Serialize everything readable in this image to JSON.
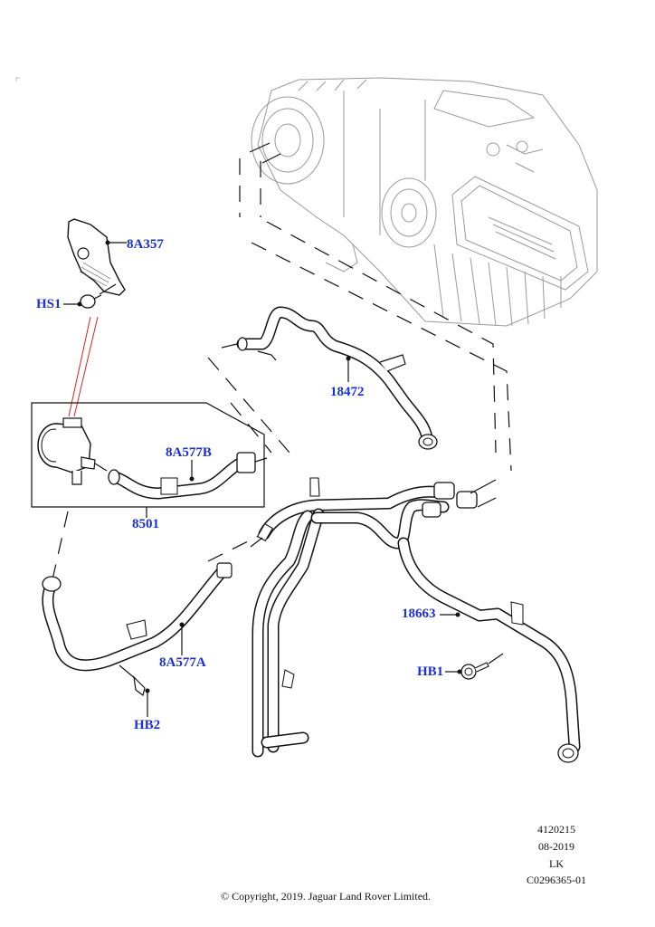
{
  "diagram": {
    "title": "Heater hose and auxiliary coolant pump assembly",
    "callouts": [
      {
        "id": "8A357",
        "label": "8A357",
        "part": "pump-bracket"
      },
      {
        "id": "HS1",
        "label": "HS1",
        "part": "bracket-stud"
      },
      {
        "id": "8A577B",
        "label": "8A577B",
        "part": "pump-outlet-hose"
      },
      {
        "id": "8501",
        "label": "8501",
        "part": "auxiliary-coolant-pump-assembly"
      },
      {
        "id": "18472",
        "label": "18472",
        "part": "heater-return-hose"
      },
      {
        "id": "18663",
        "label": "18663",
        "part": "heater-supply-hose"
      },
      {
        "id": "HB1",
        "label": "HB1",
        "part": "hose-bolt-1"
      },
      {
        "id": "8A577A",
        "label": "8A577A",
        "part": "pump-inlet-hose"
      },
      {
        "id": "HB2",
        "label": "HB2",
        "part": "hose-bolt-2"
      }
    ],
    "callout_color": "#1a2fd6",
    "highlight_color": "#e02020"
  },
  "info": {
    "illustration_number": "4120215",
    "date": "08-2019",
    "initials": "LK",
    "reference": "C0296365-01"
  },
  "footer": {
    "copyright": "© Copyright, 2019. Jaguar Land Rover Limited."
  }
}
